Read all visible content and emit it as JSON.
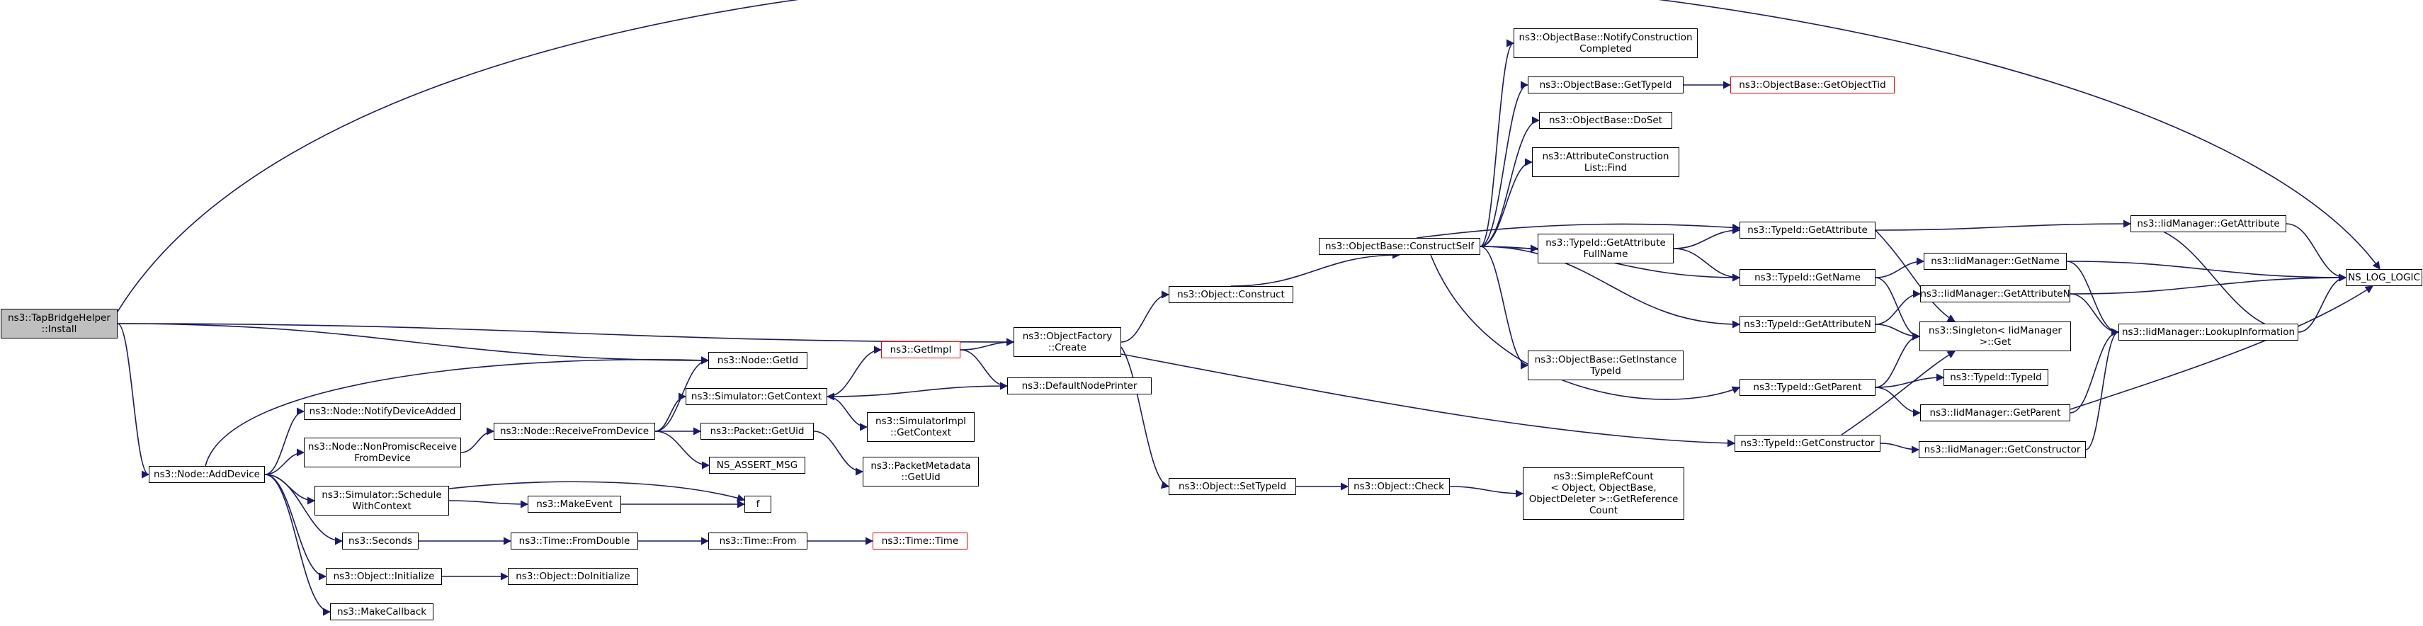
{
  "colors": {
    "edge": "#191970",
    "node_border": "#000000",
    "root_fill": "#bfbfbf",
    "truncated_border": "#ff0000"
  },
  "nodes": {
    "root": "ns3::TapBridgeHelper\n::Install",
    "add_device": "ns3::Node::AddDevice",
    "get_id": "ns3::Node::GetId",
    "notify_device_added": "ns3::Node::NotifyDeviceAdded",
    "non_promisc": "ns3::Node::NonPromiscReceive\nFromDevice",
    "receive_from_device": "ns3::Node::ReceiveFromDevice",
    "schedule_with_context": "ns3::Simulator::Schedule\nWithContext",
    "make_event": "ns3::MakeEvent",
    "f": "f",
    "seconds": "ns3::Seconds",
    "from_double": "ns3::Time::FromDouble",
    "time_from": "ns3::Time::From",
    "time_time": "ns3::Time::Time",
    "object_initialize": "ns3::Object::Initialize",
    "do_initialize": "ns3::Object::DoInitialize",
    "make_callback": "ns3::MakeCallback",
    "get_context": "ns3::Simulator::GetContext",
    "simimpl_get_context": "ns3::SimulatorImpl\n::GetContext",
    "packet_get_uid": "ns3::Packet::GetUid",
    "packet_metadata_get_uid": "ns3::PacketMetadata\n::GetUid",
    "ns_assert_msg": "NS_ASSERT_MSG",
    "get_impl": "ns3::GetImpl",
    "default_node_printer": "ns3::DefaultNodePrinter",
    "object_factory_create": "ns3::ObjectFactory\n::Create",
    "object_construct": "ns3::Object::Construct",
    "object_set_type_id": "ns3::Object::SetTypeId",
    "object_check": "ns3::Object::Check",
    "simple_ref_count": "ns3::SimpleRefCount\n< Object, ObjectBase,\nObjectDeleter >::GetReference\nCount",
    "construct_self": "ns3::ObjectBase::ConstructSelf",
    "notify_construction": "ns3::ObjectBase::NotifyConstruction\nCompleted",
    "ob_get_type_id": "ns3::ObjectBase::GetTypeId",
    "get_object_tid": "ns3::ObjectBase::GetObjectTid",
    "do_set": "ns3::ObjectBase::DoSet",
    "attr_list_find": "ns3::AttributeConstruction\nList::Find",
    "get_attribute_full_name": "ns3::TypeId::GetAttribute\nFullName",
    "get_instance_type_id": "ns3::ObjectBase::GetInstance\nTypeId",
    "tid_get_attribute": "ns3::TypeId::GetAttribute",
    "tid_get_name": "ns3::TypeId::GetName",
    "tid_get_attribute_n": "ns3::TypeId::GetAttributeN",
    "tid_get_parent": "ns3::TypeId::GetParent",
    "tid_get_constructor": "ns3::TypeId::GetConstructor",
    "singleton_get": "ns3::Singleton< IidManager\n>::Get",
    "tid_type_id": "ns3::TypeId::TypeId",
    "iid_get_attribute": "ns3::IidManager::GetAttribute",
    "iid_get_name": "ns3::IidManager::GetName",
    "iid_get_attribute_n": "ns3::IidManager::GetAttributeN",
    "iid_get_parent": "ns3::IidManager::GetParent",
    "iid_get_constructor": "ns3::IidManager::GetConstructor",
    "iid_lookup_information": "ns3::IidManager::LookupInformation",
    "ns_log_logic": "NS_LOG_LOGIC"
  }
}
